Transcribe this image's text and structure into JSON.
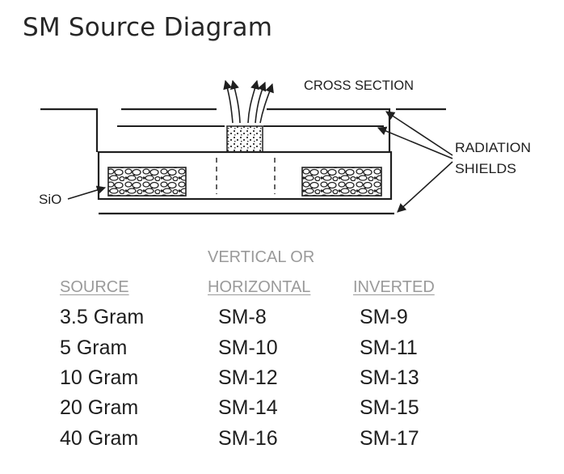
{
  "page": {
    "title": "SM Source Diagram"
  },
  "diagram": {
    "labels": {
      "cross_section": "CROSS SECTION",
      "radiation": "RADIATION",
      "shields": "SHIELDS",
      "sio": "SiO"
    }
  },
  "table": {
    "headers": {
      "source": "SOURCE",
      "vertical_line1": "VERTICAL OR",
      "vertical_line2": "HORIZONTAL",
      "inverted": "INVERTED"
    },
    "rows": [
      {
        "source": "3.5 Gram",
        "vertical": "SM-8",
        "inverted": "SM-9"
      },
      {
        "source": "5 Gram",
        "vertical": "SM-10",
        "inverted": "SM-11"
      },
      {
        "source": "10 Gram",
        "vertical": "SM-12",
        "inverted": "SM-13"
      },
      {
        "source": "20 Gram",
        "vertical": "SM-14",
        "inverted": "SM-15"
      },
      {
        "source": "40 Gram",
        "vertical": "SM-16",
        "inverted": "SM-17"
      }
    ]
  }
}
